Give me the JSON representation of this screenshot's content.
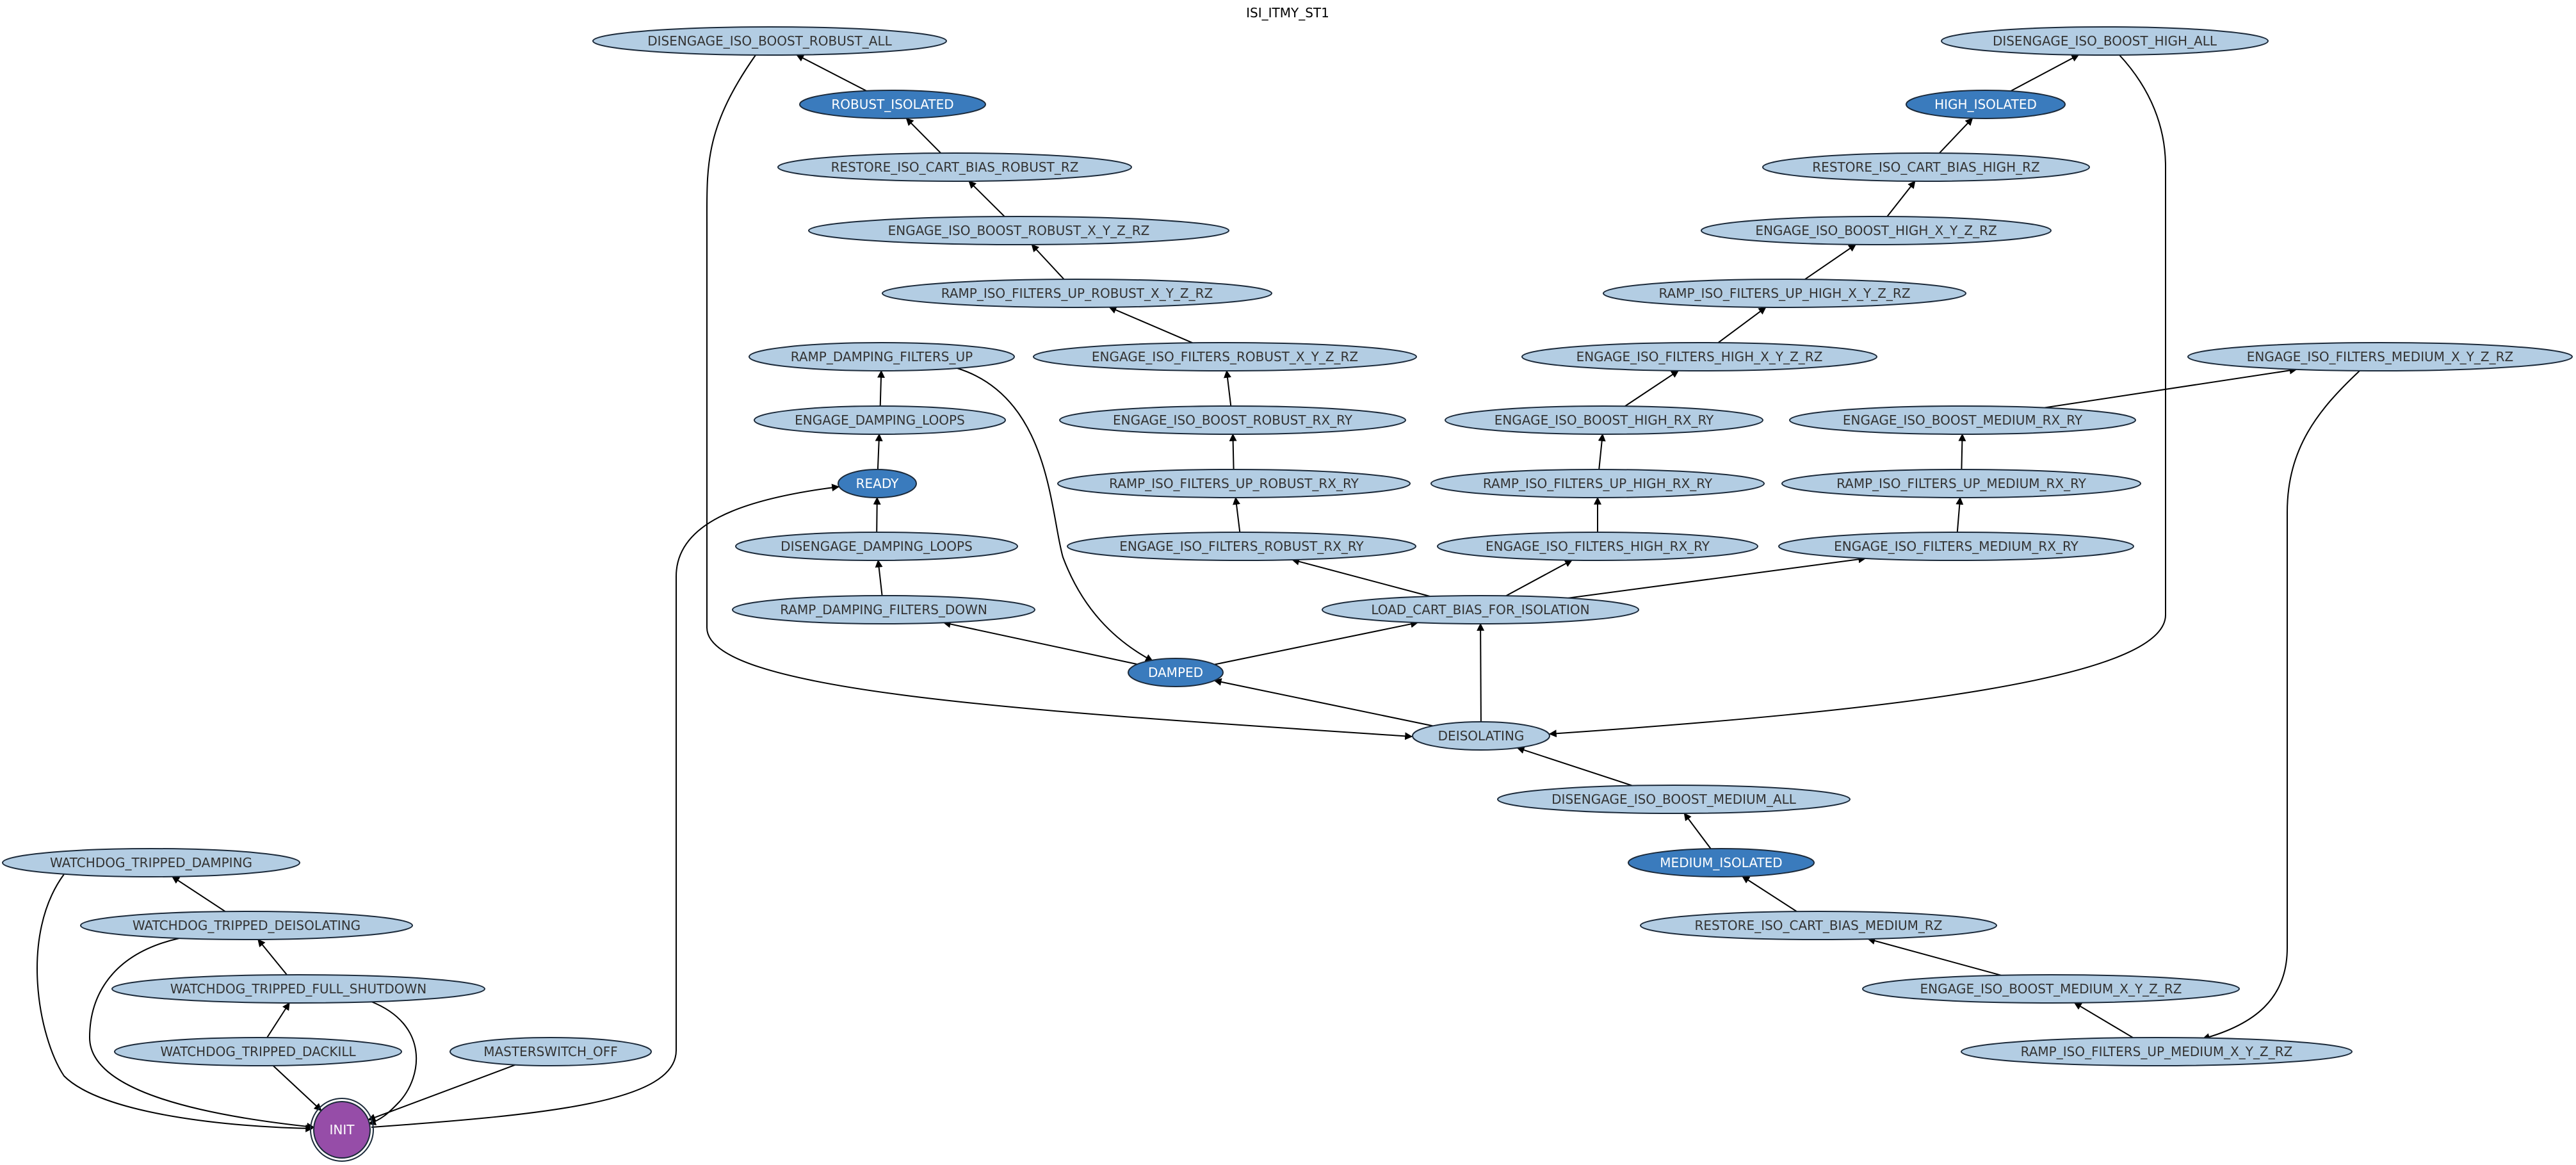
{
  "title": "ISI_ITMY_ST1",
  "colors": {
    "state": "#b3cde3",
    "request": "#3a7bbd",
    "init": "#964da8",
    "text_dark": "#333333",
    "text_light": "#ffffff",
    "edge": "#000000"
  },
  "nodes": [
    {
      "id": "DISENGAGE_ISO_BOOST_ROBUST_ALL",
      "label": "DISENGAGE_ISO_BOOST_ROBUST_ALL",
      "kind": "state"
    },
    {
      "id": "ROBUST_ISOLATED",
      "label": "ROBUST_ISOLATED",
      "kind": "request"
    },
    {
      "id": "RESTORE_ISO_CART_BIAS_ROBUST_RZ",
      "label": "RESTORE_ISO_CART_BIAS_ROBUST_RZ",
      "kind": "state"
    },
    {
      "id": "ENGAGE_ISO_BOOST_ROBUST_X_Y_Z_RZ",
      "label": "ENGAGE_ISO_BOOST_ROBUST_X_Y_Z_RZ",
      "kind": "state"
    },
    {
      "id": "RAMP_ISO_FILTERS_UP_ROBUST_X_Y_Z_RZ",
      "label": "RAMP_ISO_FILTERS_UP_ROBUST_X_Y_Z_RZ",
      "kind": "state"
    },
    {
      "id": "RAMP_DAMPING_FILTERS_UP",
      "label": "RAMP_DAMPING_FILTERS_UP",
      "kind": "state"
    },
    {
      "id": "ENGAGE_ISO_FILTERS_ROBUST_X_Y_Z_RZ",
      "label": "ENGAGE_ISO_FILTERS_ROBUST_X_Y_Z_RZ",
      "kind": "state"
    },
    {
      "id": "ENGAGE_DAMPING_LOOPS",
      "label": "ENGAGE_DAMPING_LOOPS",
      "kind": "state"
    },
    {
      "id": "ENGAGE_ISO_BOOST_ROBUST_RX_RY",
      "label": "ENGAGE_ISO_BOOST_ROBUST_RX_RY",
      "kind": "state"
    },
    {
      "id": "READY",
      "label": "READY",
      "kind": "request"
    },
    {
      "id": "RAMP_ISO_FILTERS_UP_ROBUST_RX_RY",
      "label": "RAMP_ISO_FILTERS_UP_ROBUST_RX_RY",
      "kind": "state"
    },
    {
      "id": "DISENGAGE_DAMPING_LOOPS",
      "label": "DISENGAGE_DAMPING_LOOPS",
      "kind": "state"
    },
    {
      "id": "ENGAGE_ISO_FILTERS_ROBUST_RX_RY",
      "label": "ENGAGE_ISO_FILTERS_ROBUST_RX_RY",
      "kind": "state"
    },
    {
      "id": "RAMP_DAMPING_FILTERS_DOWN",
      "label": "RAMP_DAMPING_FILTERS_DOWN",
      "kind": "state"
    },
    {
      "id": "DAMPED",
      "label": "DAMPED",
      "kind": "request"
    },
    {
      "id": "DISENGAGE_ISO_BOOST_HIGH_ALL",
      "label": "DISENGAGE_ISO_BOOST_HIGH_ALL",
      "kind": "state"
    },
    {
      "id": "HIGH_ISOLATED",
      "label": "HIGH_ISOLATED",
      "kind": "request"
    },
    {
      "id": "RESTORE_ISO_CART_BIAS_HIGH_RZ",
      "label": "RESTORE_ISO_CART_BIAS_HIGH_RZ",
      "kind": "state"
    },
    {
      "id": "ENGAGE_ISO_BOOST_HIGH_X_Y_Z_RZ",
      "label": "ENGAGE_ISO_BOOST_HIGH_X_Y_Z_RZ",
      "kind": "state"
    },
    {
      "id": "RAMP_ISO_FILTERS_UP_HIGH_X_Y_Z_RZ",
      "label": "RAMP_ISO_FILTERS_UP_HIGH_X_Y_Z_RZ",
      "kind": "state"
    },
    {
      "id": "ENGAGE_ISO_FILTERS_HIGH_X_Y_Z_RZ",
      "label": "ENGAGE_ISO_FILTERS_HIGH_X_Y_Z_RZ",
      "kind": "state"
    },
    {
      "id": "ENGAGE_ISO_FILTERS_MEDIUM_X_Y_Z_RZ",
      "label": "ENGAGE_ISO_FILTERS_MEDIUM_X_Y_Z_RZ",
      "kind": "state"
    },
    {
      "id": "ENGAGE_ISO_BOOST_HIGH_RX_RY",
      "label": "ENGAGE_ISO_BOOST_HIGH_RX_RY",
      "kind": "state"
    },
    {
      "id": "ENGAGE_ISO_BOOST_MEDIUM_RX_RY",
      "label": "ENGAGE_ISO_BOOST_MEDIUM_RX_RY",
      "kind": "state"
    },
    {
      "id": "RAMP_ISO_FILTERS_UP_HIGH_RX_RY",
      "label": "RAMP_ISO_FILTERS_UP_HIGH_RX_RY",
      "kind": "state"
    },
    {
      "id": "RAMP_ISO_FILTERS_UP_MEDIUM_RX_RY",
      "label": "RAMP_ISO_FILTERS_UP_MEDIUM_RX_RY",
      "kind": "state"
    },
    {
      "id": "ENGAGE_ISO_FILTERS_HIGH_RX_RY",
      "label": "ENGAGE_ISO_FILTERS_HIGH_RX_RY",
      "kind": "state"
    },
    {
      "id": "ENGAGE_ISO_FILTERS_MEDIUM_RX_RY",
      "label": "ENGAGE_ISO_FILTERS_MEDIUM_RX_RY",
      "kind": "state"
    },
    {
      "id": "LOAD_CART_BIAS_FOR_ISOLATION",
      "label": "LOAD_CART_BIAS_FOR_ISOLATION",
      "kind": "state"
    },
    {
      "id": "DEISOLATING",
      "label": "DEISOLATING",
      "kind": "state"
    },
    {
      "id": "DISENGAGE_ISO_BOOST_MEDIUM_ALL",
      "label": "DISENGAGE_ISO_BOOST_MEDIUM_ALL",
      "kind": "state"
    },
    {
      "id": "MEDIUM_ISOLATED",
      "label": "MEDIUM_ISOLATED",
      "kind": "request"
    },
    {
      "id": "RESTORE_ISO_CART_BIAS_MEDIUM_RZ",
      "label": "RESTORE_ISO_CART_BIAS_MEDIUM_RZ",
      "kind": "state"
    },
    {
      "id": "ENGAGE_ISO_BOOST_MEDIUM_X_Y_Z_RZ",
      "label": "ENGAGE_ISO_BOOST_MEDIUM_X_Y_Z_RZ",
      "kind": "state"
    },
    {
      "id": "RAMP_ISO_FILTERS_UP_MEDIUM_X_Y_Z_RZ",
      "label": "RAMP_ISO_FILTERS_UP_MEDIUM_X_Y_Z_RZ",
      "kind": "state"
    },
    {
      "id": "WATCHDOG_TRIPPED_DAMPING",
      "label": "WATCHDOG_TRIPPED_DAMPING",
      "kind": "state"
    },
    {
      "id": "WATCHDOG_TRIPPED_DEISOLATING",
      "label": "WATCHDOG_TRIPPED_DEISOLATING",
      "kind": "state"
    },
    {
      "id": "WATCHDOG_TRIPPED_FULL_SHUTDOWN",
      "label": "WATCHDOG_TRIPPED_FULL_SHUTDOWN",
      "kind": "state"
    },
    {
      "id": "WATCHDOG_TRIPPED_DACKILL",
      "label": "WATCHDOG_TRIPPED_DACKILL",
      "kind": "state"
    },
    {
      "id": "MASTERSWITCH_OFF",
      "label": "MASTERSWITCH_OFF",
      "kind": "state"
    },
    {
      "id": "INIT",
      "label": "INIT",
      "kind": "init"
    }
  ],
  "edges": [
    {
      "from": "ROBUST_ISOLATED",
      "to": "DISENGAGE_ISO_BOOST_ROBUST_ALL"
    },
    {
      "from": "RESTORE_ISO_CART_BIAS_ROBUST_RZ",
      "to": "ROBUST_ISOLATED"
    },
    {
      "from": "ENGAGE_ISO_BOOST_ROBUST_X_Y_Z_RZ",
      "to": "RESTORE_ISO_CART_BIAS_ROBUST_RZ"
    },
    {
      "from": "RAMP_ISO_FILTERS_UP_ROBUST_X_Y_Z_RZ",
      "to": "ENGAGE_ISO_BOOST_ROBUST_X_Y_Z_RZ"
    },
    {
      "from": "ENGAGE_ISO_FILTERS_ROBUST_X_Y_Z_RZ",
      "to": "RAMP_ISO_FILTERS_UP_ROBUST_X_Y_Z_RZ"
    },
    {
      "from": "ENGAGE_ISO_BOOST_ROBUST_RX_RY",
      "to": "ENGAGE_ISO_FILTERS_ROBUST_X_Y_Z_RZ"
    },
    {
      "from": "RAMP_ISO_FILTERS_UP_ROBUST_RX_RY",
      "to": "ENGAGE_ISO_BOOST_ROBUST_RX_RY"
    },
    {
      "from": "ENGAGE_ISO_FILTERS_ROBUST_RX_RY",
      "to": "RAMP_ISO_FILTERS_UP_ROBUST_RX_RY"
    },
    {
      "from": "LOAD_CART_BIAS_FOR_ISOLATION",
      "to": "ENGAGE_ISO_FILTERS_ROBUST_RX_RY"
    },
    {
      "from": "ENGAGE_DAMPING_LOOPS",
      "to": "RAMP_DAMPING_FILTERS_UP"
    },
    {
      "from": "READY",
      "to": "ENGAGE_DAMPING_LOOPS"
    },
    {
      "from": "DISENGAGE_DAMPING_LOOPS",
      "to": "READY"
    },
    {
      "from": "RAMP_DAMPING_FILTERS_DOWN",
      "to": "DISENGAGE_DAMPING_LOOPS"
    },
    {
      "from": "DAMPED",
      "to": "RAMP_DAMPING_FILTERS_DOWN"
    },
    {
      "from": "RAMP_DAMPING_FILTERS_UP",
      "to": "DAMPED"
    },
    {
      "from": "DAMPED",
      "to": "LOAD_CART_BIAS_FOR_ISOLATION"
    },
    {
      "from": "DEISOLATING",
      "to": "DAMPED"
    },
    {
      "from": "DEISOLATING",
      "to": "LOAD_CART_BIAS_FOR_ISOLATION"
    },
    {
      "from": "DISENGAGE_ISO_BOOST_ROBUST_ALL",
      "to": "DEISOLATING"
    },
    {
      "from": "DISENGAGE_ISO_BOOST_HIGH_ALL",
      "to": "DEISOLATING"
    },
    {
      "from": "HIGH_ISOLATED",
      "to": "DISENGAGE_ISO_BOOST_HIGH_ALL"
    },
    {
      "from": "RESTORE_ISO_CART_BIAS_HIGH_RZ",
      "to": "HIGH_ISOLATED"
    },
    {
      "from": "ENGAGE_ISO_BOOST_HIGH_X_Y_Z_RZ",
      "to": "RESTORE_ISO_CART_BIAS_HIGH_RZ"
    },
    {
      "from": "RAMP_ISO_FILTERS_UP_HIGH_X_Y_Z_RZ",
      "to": "ENGAGE_ISO_BOOST_HIGH_X_Y_Z_RZ"
    },
    {
      "from": "ENGAGE_ISO_FILTERS_HIGH_X_Y_Z_RZ",
      "to": "RAMP_ISO_FILTERS_UP_HIGH_X_Y_Z_RZ"
    },
    {
      "from": "ENGAGE_ISO_BOOST_HIGH_RX_RY",
      "to": "ENGAGE_ISO_FILTERS_HIGH_X_Y_Z_RZ"
    },
    {
      "from": "RAMP_ISO_FILTERS_UP_HIGH_RX_RY",
      "to": "ENGAGE_ISO_BOOST_HIGH_RX_RY"
    },
    {
      "from": "ENGAGE_ISO_FILTERS_HIGH_RX_RY",
      "to": "RAMP_ISO_FILTERS_UP_HIGH_RX_RY"
    },
    {
      "from": "LOAD_CART_BIAS_FOR_ISOLATION",
      "to": "ENGAGE_ISO_FILTERS_HIGH_RX_RY"
    },
    {
      "from": "LOAD_CART_BIAS_FOR_ISOLATION",
      "to": "ENGAGE_ISO_FILTERS_MEDIUM_RX_RY"
    },
    {
      "from": "ENGAGE_ISO_FILTERS_MEDIUM_RX_RY",
      "to": "RAMP_ISO_FILTERS_UP_MEDIUM_RX_RY"
    },
    {
      "from": "RAMP_ISO_FILTERS_UP_MEDIUM_RX_RY",
      "to": "ENGAGE_ISO_BOOST_MEDIUM_RX_RY"
    },
    {
      "from": "ENGAGE_ISO_BOOST_MEDIUM_RX_RY",
      "to": "ENGAGE_ISO_FILTERS_MEDIUM_X_Y_Z_RZ"
    },
    {
      "from": "ENGAGE_ISO_FILTERS_MEDIUM_X_Y_Z_RZ",
      "to": "RAMP_ISO_FILTERS_UP_MEDIUM_X_Y_Z_RZ"
    },
    {
      "from": "RAMP_ISO_FILTERS_UP_MEDIUM_X_Y_Z_RZ",
      "to": "ENGAGE_ISO_BOOST_MEDIUM_X_Y_Z_RZ"
    },
    {
      "from": "ENGAGE_ISO_BOOST_MEDIUM_X_Y_Z_RZ",
      "to": "RESTORE_ISO_CART_BIAS_MEDIUM_RZ"
    },
    {
      "from": "RESTORE_ISO_CART_BIAS_MEDIUM_RZ",
      "to": "MEDIUM_ISOLATED"
    },
    {
      "from": "MEDIUM_ISOLATED",
      "to": "DISENGAGE_ISO_BOOST_MEDIUM_ALL"
    },
    {
      "from": "DISENGAGE_ISO_BOOST_MEDIUM_ALL",
      "to": "DEISOLATING"
    },
    {
      "from": "WATCHDOG_TRIPPED_DEISOLATING",
      "to": "WATCHDOG_TRIPPED_DAMPING"
    },
    {
      "from": "WATCHDOG_TRIPPED_FULL_SHUTDOWN",
      "to": "WATCHDOG_TRIPPED_DEISOLATING"
    },
    {
      "from": "WATCHDOG_TRIPPED_DACKILL",
      "to": "WATCHDOG_TRIPPED_FULL_SHUTDOWN"
    },
    {
      "from": "WATCHDOG_TRIPPED_DAMPING",
      "to": "INIT"
    },
    {
      "from": "WATCHDOG_TRIPPED_DEISOLATING",
      "to": "INIT"
    },
    {
      "from": "WATCHDOG_TRIPPED_FULL_SHUTDOWN",
      "to": "INIT"
    },
    {
      "from": "WATCHDOG_TRIPPED_DACKILL",
      "to": "INIT"
    },
    {
      "from": "MASTERSWITCH_OFF",
      "to": "INIT"
    },
    {
      "from": "INIT",
      "to": "READY"
    }
  ]
}
